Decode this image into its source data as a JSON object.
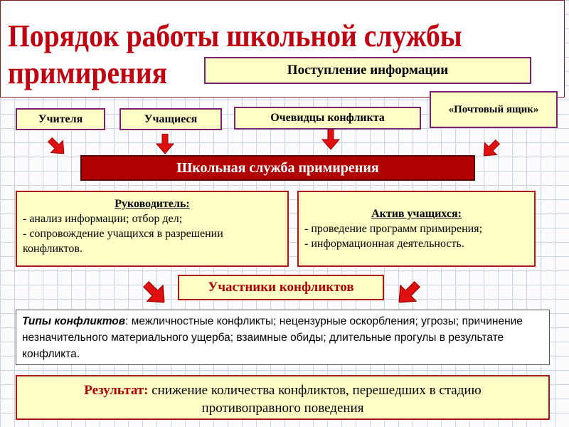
{
  "title": {
    "line1": "Порядок работы школьной службы",
    "line2": "примирения"
  },
  "info_in": "Поступление информации",
  "sources": [
    "Учителя",
    "Учащиеся",
    "Очевидцы конфликта",
    "«Почтовый ящик»"
  ],
  "service": "Школьная служба примирения",
  "leader": {
    "heading": "Руководитель:",
    "items": [
      "анализ информации;  отбор дел;",
      "сопровождение учащихся в разрешении конфликтов."
    ]
  },
  "activists": {
    "heading": "Актив учащихся:",
    "items": [
      "проведение программ примирения;",
      "информационная деятельность."
    ]
  },
  "participants": "Участники конфликтов",
  "types": {
    "label": "Типы конфликтов",
    "text": ":  межличностные конфликты;  нецензурные оскорбления; угрозы; причинение незначительного материального ущерба;  взаимные обиды;  длительные прогулы в результате конфликта."
  },
  "result": {
    "label": "Результат:",
    "text": " снижение количества конфликтов, перешедших в стадию противоправного поведения"
  },
  "colors": {
    "title": "#c00010",
    "service_bg": "#b00000",
    "box_bg": "#ffffc6"
  }
}
